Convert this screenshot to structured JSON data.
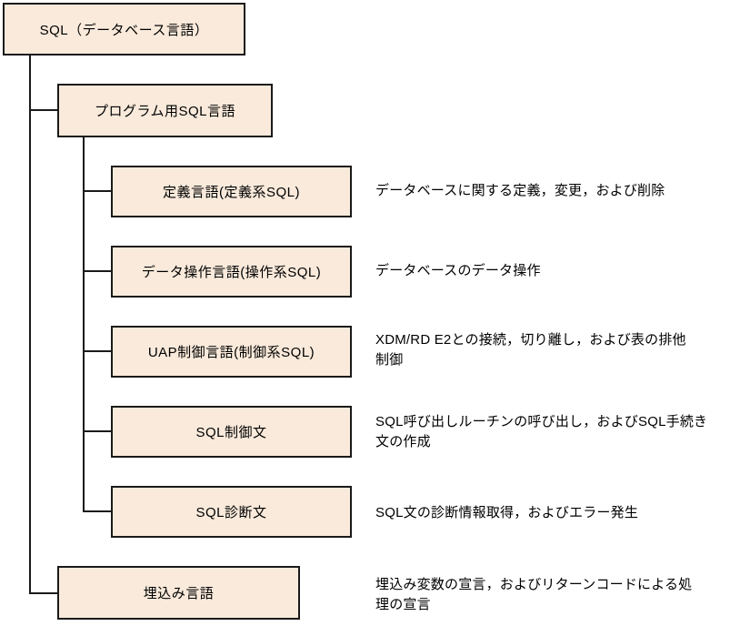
{
  "diagram": {
    "colors": {
      "box_fill": "#f9eadb",
      "box_border": "#1a1a1a",
      "connector": "#1a1a1a",
      "text": "#000000",
      "canvas_bg": "#ffffff"
    },
    "nodes": [
      {
        "id": "sql-root",
        "label": "SQL（データベース言語）",
        "desc_lines": []
      },
      {
        "id": "program-sql",
        "label": "プログラム用SQL言語",
        "desc_lines": []
      },
      {
        "id": "definition-language",
        "label": "定義言語(定義系SQL)",
        "desc_lines": [
          "データベースに関する定義，変更，および削除"
        ]
      },
      {
        "id": "data-manipulation-language",
        "label": "データ操作言語(操作系SQL)",
        "desc_lines": [
          "データベースのデータ操作"
        ]
      },
      {
        "id": "uap-control-language",
        "label": "UAP制御言語(制御系SQL)",
        "desc_lines": [
          "XDM/RD E2との接続，切り離し，および表の排他",
          "制御"
        ]
      },
      {
        "id": "sql-control-statement",
        "label": "SQL制御文",
        "desc_lines": [
          "SQL呼び出しルーチンの呼び出し，およびSQL手続き",
          "文の作成"
        ]
      },
      {
        "id": "sql-diagnostic-statement",
        "label": "SQL診断文",
        "desc_lines": [
          "SQL文の診断情報取得，およびエラー発生"
        ]
      },
      {
        "id": "embedded-language",
        "label": "埋込み言語",
        "desc_lines": [
          "埋込み変数の宣言，およびリターンコードによる処",
          "理の宣言"
        ]
      }
    ]
  }
}
